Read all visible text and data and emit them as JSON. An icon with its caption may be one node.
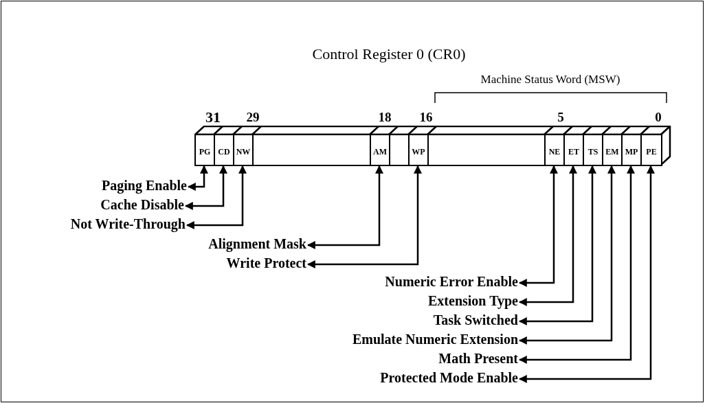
{
  "diagram": {
    "title": "Control Register 0 (CR0)",
    "nodes": [
      {
        "text": [],
        "shape": "bar"
      },
      {
        "text": [
          "PG"
        ],
        "in": 0
      },
      {
        "text": [
          "CD"
        ],
        "in": 0
      },
      {
        "text": [
          "NW"
        ],
        "in": 0
      },
      {
        "text": [],
        "shape": "box",
        "in": 0
      },
      {
        "text": [
          "AM"
        ],
        "in": 0
      },
      {
        "text": [],
        "shape": "box",
        "in": 0
      },
      {
        "text": [
          "WP"
        ],
        "in": 0
      },
      {
        "text": [],
        "shape": "box",
        "in": 0
      },
      {
        "text": [
          "NE"
        ],
        "in": 0
      },
      {
        "text": [
          "ET"
        ],
        "in": 0
      },
      {
        "text": [
          "TS"
        ],
        "in": 0
      },
      {
        "text": [
          "EM"
        ],
        "in": 0
      },
      {
        "text": [
          "MP"
        ],
        "in": 0
      },
      {
        "text": [
          "PE"
        ],
        "in": 0
      },
      {
        "text": [
          "Paging Enable"
        ]
      },
      {
        "text": [
          "Cache Disable"
        ]
      },
      {
        "text": [
          "Not Write-Through"
        ]
      },
      {
        "text": [
          "Alignment Mask"
        ]
      },
      {
        "text": [
          "Write Protect"
        ]
      },
      {
        "text": [
          "Numeric Error Enable"
        ]
      },
      {
        "text": [
          "Extension Type"
        ]
      },
      {
        "text": [
          "Task Switched"
        ]
      },
      {
        "text": [
          "Emulate Numeric Extension"
        ]
      },
      {
        "text": [
          "Math Present"
        ]
      },
      {
        "text": [
          "Protected Mode Enable"
        ]
      }
    ],
    "edges": [
      {
        "from": 15,
        "to": 1,
        "arrow": "both"
      },
      {
        "from": 16,
        "to": 2,
        "arrow": "both"
      },
      {
        "from": 17,
        "to": 3,
        "arrow": "both"
      },
      {
        "from": 18,
        "to": 5,
        "arrow": "both"
      },
      {
        "from": 19,
        "to": 7,
        "arrow": "both"
      },
      {
        "from": 20,
        "to": 9,
        "arrow": "both"
      },
      {
        "from": 21,
        "to": 10,
        "arrow": "both"
      },
      {
        "from": 22,
        "to": 11,
        "arrow": "both"
      },
      {
        "from": 23,
        "to": 12,
        "arrow": "both"
      },
      {
        "from": 24,
        "to": 13,
        "arrow": "both"
      },
      {
        "from": 25,
        "to": 14,
        "arrow": "both"
      }
    ],
    "labels": [
      "Machine Status Word (MSW)",
      "31",
      "29",
      "18",
      "16",
      "5",
      "0"
    ]
  }
}
